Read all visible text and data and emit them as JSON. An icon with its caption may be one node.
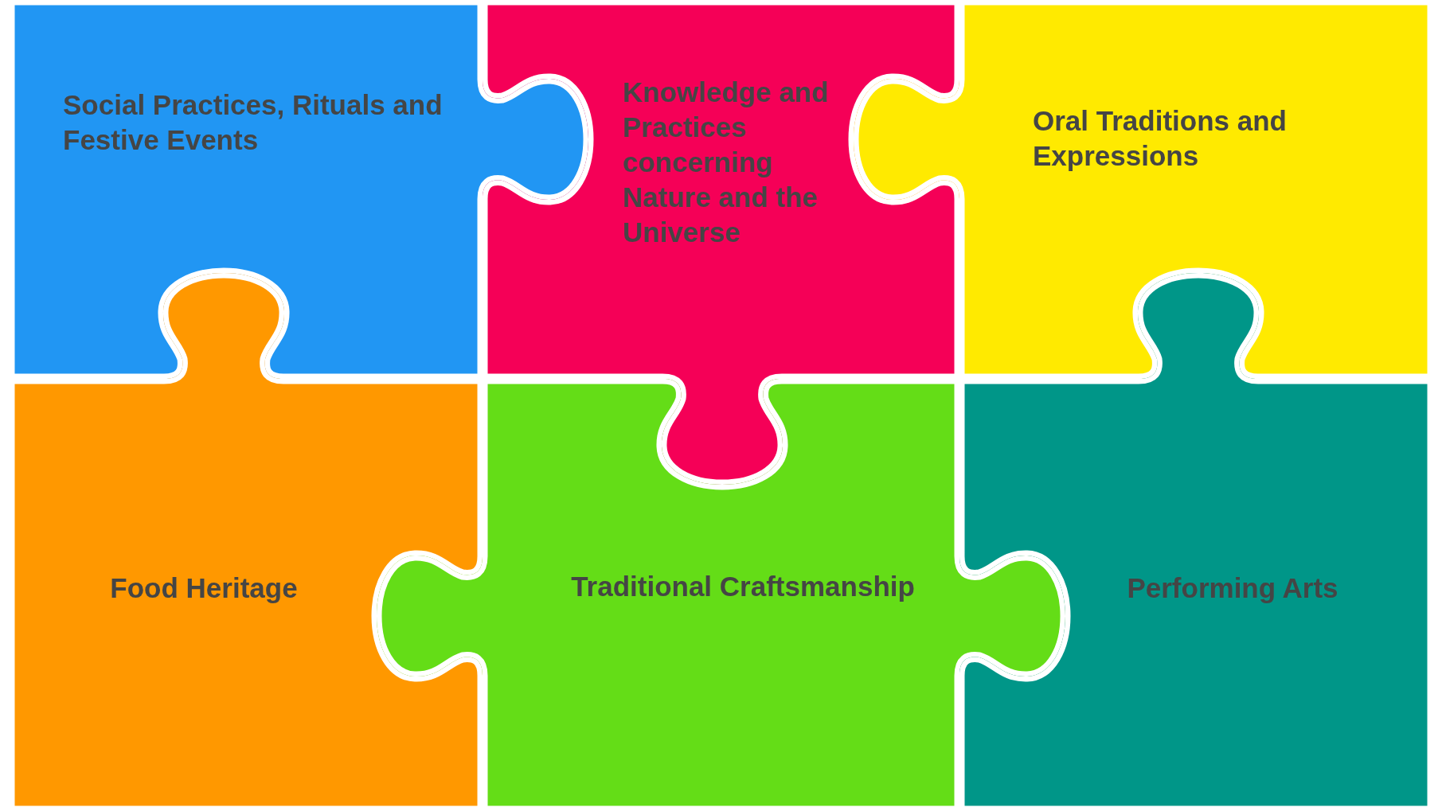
{
  "diagram": {
    "nodes": [
      {
        "text": [
          "Social Practices, Rituals and Festive Events"
        ]
      },
      {
        "text": [
          "Knowledge and Practices concerning Nature and the Universe"
        ]
      },
      {
        "text": [
          "Oral Traditions and Expressions"
        ]
      },
      {
        "text": [
          "Food Heritage"
        ]
      },
      {
        "text": [
          "Traditional Craftsmanship"
        ]
      },
      {
        "text": [
          "Performing Arts"
        ]
      }
    ]
  }
}
